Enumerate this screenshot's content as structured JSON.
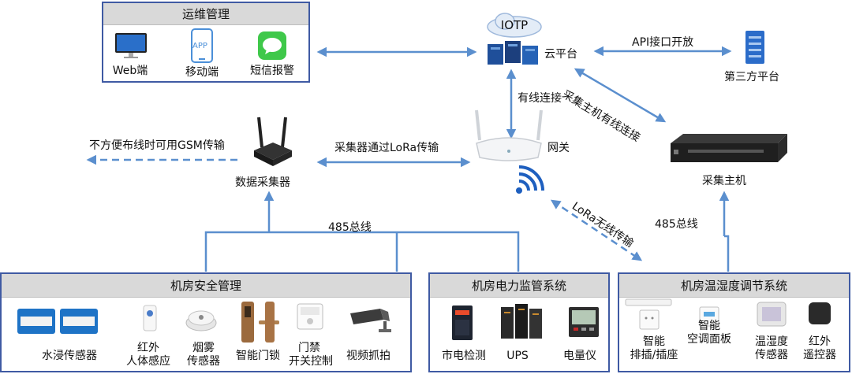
{
  "ops": {
    "title": "运维管理",
    "items": [
      {
        "label": "Web端",
        "icon": "monitor-icon"
      },
      {
        "label": "APP",
        "icon": "phone-icon"
      },
      {
        "label": "移动端",
        "icon": "phone-icon"
      },
      {
        "label": "短信报警",
        "icon": "message-icon"
      }
    ]
  },
  "cloud": {
    "name": "IOTP",
    "label": "云平台"
  },
  "third_party": {
    "label": "第三方平台",
    "link": "API接口开放"
  },
  "gateway": {
    "label": "网关",
    "wired_link": "有线连接"
  },
  "collector_host": {
    "label": "采集主机",
    "wired_link": "采集主机有线连接"
  },
  "data_collector": {
    "label": "数据采集器",
    "lora_link": "采集器通过LoRa传输",
    "gsm_link": "不方便布线时可用GSM传输"
  },
  "bus_left": "485总线",
  "bus_right": "485总线",
  "lora_wireless": "LoRa无线传输",
  "security": {
    "title": "机房安全管理",
    "items": [
      {
        "label": "水浸传感器",
        "icon": "water-sensor-icon"
      },
      {
        "label1": "红外",
        "label2": "人体感应",
        "icon": "infrared-sensor-icon"
      },
      {
        "label1": "烟雾",
        "label2": "传感器",
        "icon": "smoke-detector-icon"
      },
      {
        "label": "智能门锁",
        "icon": "door-lock-icon"
      },
      {
        "label1": "门禁",
        "label2": "开关控制",
        "icon": "access-switch-icon"
      },
      {
        "label": "视频抓拍",
        "icon": "camera-icon"
      }
    ]
  },
  "power": {
    "title": "机房电力监管系统",
    "items": [
      {
        "label": "市电检测",
        "icon": "mains-detector-icon"
      },
      {
        "label": "UPS",
        "icon": "ups-icon"
      },
      {
        "label": "电量仪",
        "icon": "power-meter-icon"
      }
    ]
  },
  "climate": {
    "title": "机房温湿度调节系统",
    "items": [
      {
        "label1": "智能",
        "label2": "排插/插座",
        "icon": "smart-socket-icon"
      },
      {
        "label1": "智能",
        "label2": "空调面板",
        "icon": "ac-panel-icon"
      },
      {
        "label1": "温湿度",
        "label2": "传感器",
        "icon": "thermo-hygrometer-icon"
      },
      {
        "label1": "红外",
        "label2": "遥控器",
        "icon": "ir-remote-icon"
      }
    ]
  },
  "colors": {
    "line": "#5b8fce",
    "frame": "#3f5aa3",
    "title_bg": "#d9d9d9"
  }
}
